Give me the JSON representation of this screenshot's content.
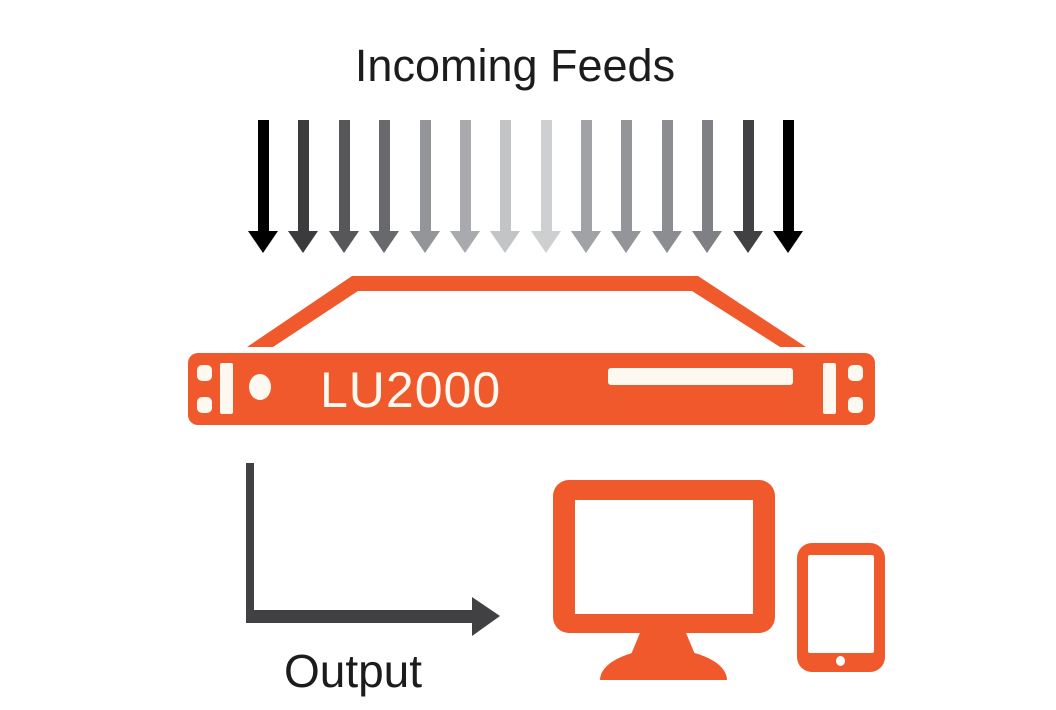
{
  "title": {
    "text": "Incoming Feeds"
  },
  "device": {
    "label": "LU2000"
  },
  "output": {
    "label": "Output"
  },
  "incoming_feeds": {
    "count": 14,
    "arrow_colors": [
      "#000000",
      "#3B3B3D",
      "#57575A",
      "#68696C",
      "#939598",
      "#A8AAAD",
      "#C2C4C6",
      "#CDCFD0",
      "#A0A2A5",
      "#939598",
      "#8B8D90",
      "#7E8083",
      "#414043",
      "#000000"
    ]
  },
  "colors": {
    "accent_orange": "#F0592B",
    "output_arrow": "#414042",
    "text": "#1C1C1C",
    "device_text": "#FDF8F0",
    "background": "#FFFFFF"
  },
  "icons": {
    "funnel": "funnel-shape",
    "device": "rack-unit-icon",
    "monitor": "monitor-icon",
    "tablet": "tablet-icon",
    "feed_arrow": "down-arrow-icon",
    "output_arrow": "elbow-right-arrow-icon"
  }
}
